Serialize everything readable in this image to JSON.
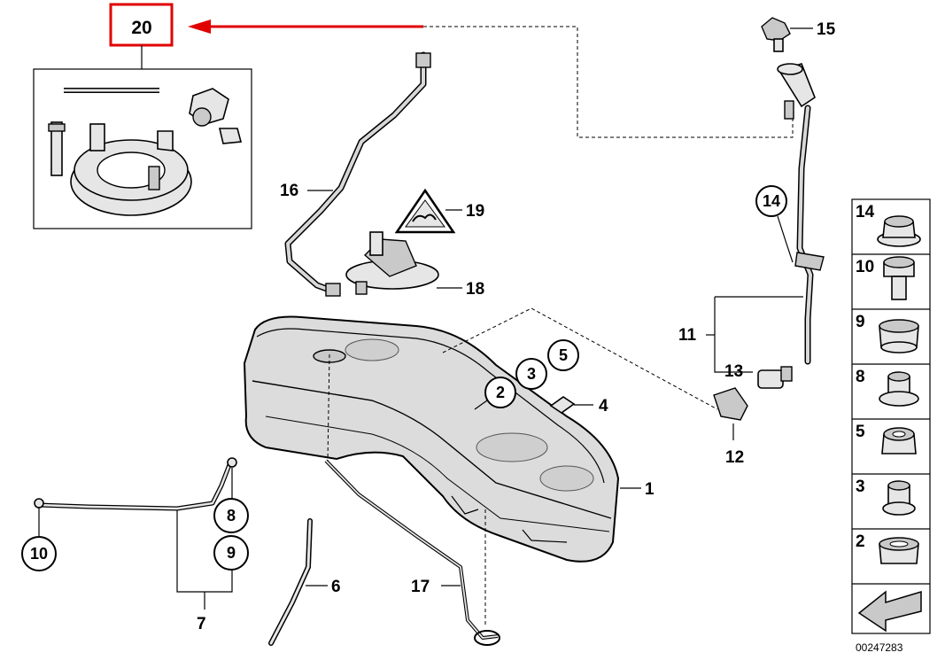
{
  "highlight_label": "20",
  "part_numbers": {
    "p1": "1",
    "p2": "2",
    "p3": "3",
    "p4": "4",
    "p5": "5",
    "p6": "6",
    "p7": "7",
    "p8": "8",
    "p9": "9",
    "p10": "10",
    "p11": "11",
    "p12": "12",
    "p13": "13",
    "p14": "14",
    "p15": "15",
    "p16": "16",
    "p17": "17",
    "p18": "18",
    "p19": "19"
  },
  "sidebar": {
    "items": [
      {
        "label": "14"
      },
      {
        "label": "10"
      },
      {
        "label": "9"
      },
      {
        "label": "8"
      },
      {
        "label": "5"
      },
      {
        "label": "3"
      },
      {
        "label": "2"
      }
    ]
  },
  "reference_number": "00247283",
  "colors": {
    "highlight": "#e00000",
    "ink": "#000000",
    "part_fill": "#e6e6e6"
  },
  "icons": {
    "scroll": "arrow-left-icon"
  }
}
